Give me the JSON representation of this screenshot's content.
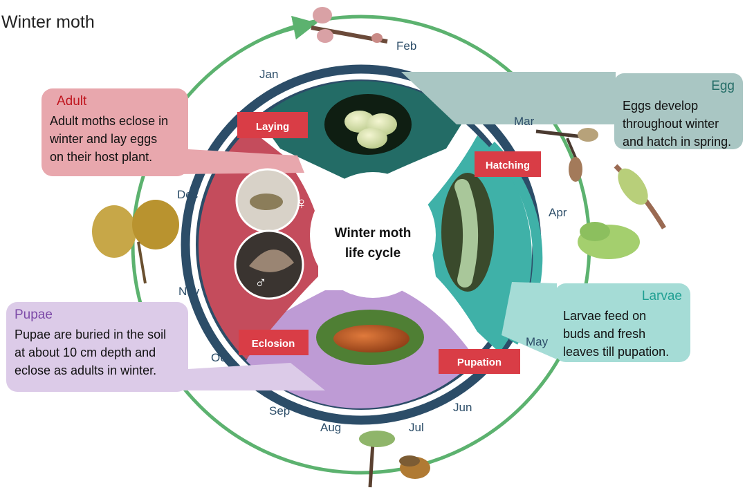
{
  "title": "Winter moth",
  "center": {
    "line1": "Winter moth",
    "line2": "life cycle"
  },
  "months": [
    "Jan",
    "Feb",
    "Mar",
    "Apr",
    "May",
    "Jun",
    "Jul",
    "Aug",
    "Sep",
    "Oct",
    "Nov",
    "Dec"
  ],
  "events": {
    "laying": "Laying",
    "hatching": "Hatching",
    "pupation": "Pupation",
    "eclosion": "Eclosion"
  },
  "sex": {
    "female": "♀",
    "male": "♂"
  },
  "stages": {
    "adult": {
      "head": "Adult",
      "text": [
        "Adult moths eclose in",
        "winter and lay eggs",
        "on their host plant."
      ]
    },
    "egg": {
      "head": "Egg",
      "text": [
        "Eggs develop",
        "throughout winter",
        "and hatch in spring."
      ]
    },
    "larvae": {
      "head": "Larvae",
      "text": [
        "Larvae feed on",
        "buds and fresh",
        "leaves till pupation."
      ]
    },
    "pupae": {
      "head": "Pupae",
      "text": [
        "Pupae are buried in the soil",
        "at about 10 cm depth and",
        "eclose as adults in winter."
      ]
    }
  },
  "colors": {
    "adult": "#c44c5c",
    "egg": "#236c66",
    "larvae": "#3fb1a8",
    "pupae": "#be9bd5",
    "ring_green": "#5cb26f",
    "ring_navy": "#2c4d68",
    "event_label": "#d93d46"
  }
}
